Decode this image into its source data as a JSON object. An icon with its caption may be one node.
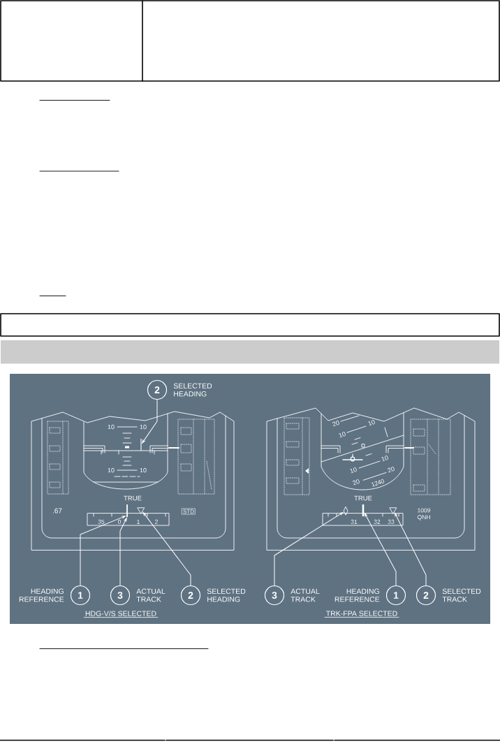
{
  "diagram": {
    "nodes": [
      {
        "text": [],
        "shape": "box"
      },
      {
        "text": [],
        "shape": "bar"
      },
      {
        "text": [
          "2"
        ],
        "beside": [
          "SELECTED HEADING"
        ]
      },
      {
        "text": [
          "1"
        ],
        "beside": [
          "HEADING REFERENCE"
        ]
      },
      {
        "text": [
          "3"
        ],
        "beside": [
          "ACTUAL TRACK"
        ]
      },
      {
        "text": [
          "2"
        ],
        "beside": [
          "SELECTED HEADING"
        ]
      },
      {
        "text": [
          "3"
        ],
        "beside": [
          "ACTUAL TRACK"
        ]
      },
      {
        "text": [
          "1"
        ],
        "beside": [
          "HEADING REFERENCE"
        ]
      },
      {
        "text": [
          "2"
        ],
        "beside": [
          "SELECTED TRACK"
        ]
      },
      {
        "text": [],
        "shape": "bar"
      },
      {
        "text": [],
        "shape": "bar"
      },
      {
        "text": [],
        "shape": "triangle"
      },
      {
        "text": [],
        "shape": "diamond"
      },
      {
        "text": [],
        "shape": "bar"
      },
      {
        "text": [],
        "shape": "triangle"
      }
    ],
    "edges": [
      {
        "from": 2,
        "to": 9,
        "arrow": "to"
      },
      {
        "from": 3,
        "to": 10,
        "arrow": "to"
      },
      {
        "from": 4,
        "to": 10,
        "arrow": "to"
      },
      {
        "from": 5,
        "to": 11,
        "arrow": "to"
      },
      {
        "from": 6,
        "to": 12,
        "arrow": "to"
      },
      {
        "from": 7,
        "to": 13,
        "arrow": "to"
      },
      {
        "from": 8,
        "to": 14,
        "arrow": "to"
      }
    ],
    "labels": [
      "10",
      "10",
      "10",
      "10",
      "TRUE",
      ".67",
      "STD",
      "35",
      "0",
      "1",
      "2",
      "20",
      "10",
      "10",
      "10",
      "10",
      "20",
      "20",
      "1240",
      "TRUE",
      "1009 QNH",
      "31",
      "32",
      "33",
      "HDG-V/S SELECTED",
      "TRK-FPA SELECTED"
    ]
  }
}
